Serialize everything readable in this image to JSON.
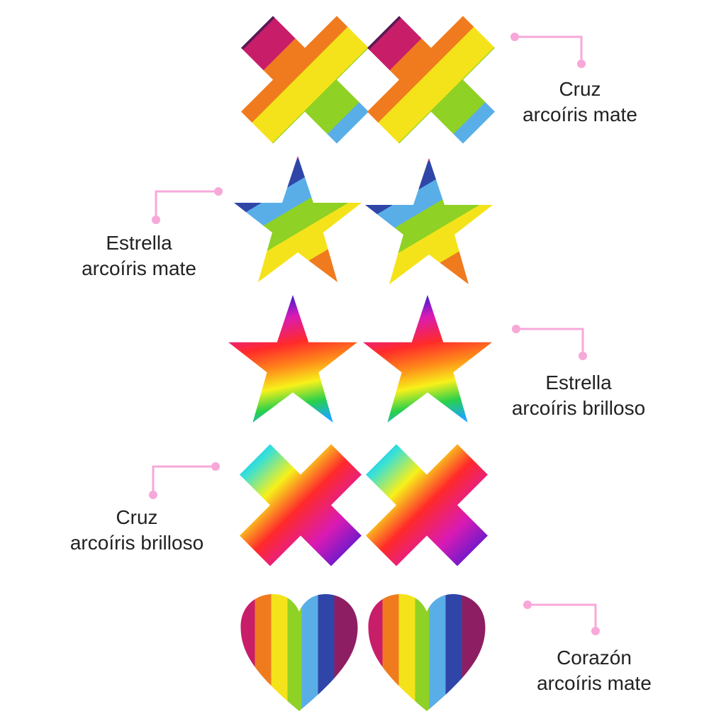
{
  "colors": {
    "leader": "#f7a8d8",
    "matte": [
      "#8e1e63",
      "#d92a72",
      "#f07b1e",
      "#f4e31a",
      "#8fd124",
      "#5aaee8",
      "#2f46a8"
    ],
    "glossy": [
      "#1aa6ff",
      "#36e0d8",
      "#f7f11a",
      "#ff2a2a",
      "#d91ab4",
      "#2b1ad9"
    ]
  },
  "rows": [
    {
      "id": "cross-matte",
      "shape_icon": "cross-icon",
      "finish": "matte",
      "label_line1": "Cruz",
      "label_line2": "arcoíris mate"
    },
    {
      "id": "star-matte",
      "shape_icon": "star-icon",
      "finish": "matte",
      "label_line1": "Estrella",
      "label_line2": "arcoíris mate"
    },
    {
      "id": "star-glossy",
      "shape_icon": "star-icon",
      "finish": "glossy",
      "label_line1": "Estrella",
      "label_line2": "arcoíris brilloso"
    },
    {
      "id": "cross-glossy",
      "shape_icon": "cross-icon",
      "finish": "glossy",
      "label_line1": "Cruz",
      "label_line2": "arcoíris brilloso"
    },
    {
      "id": "heart-matte",
      "shape_icon": "heart-icon",
      "finish": "matte",
      "label_line1": "Corazón",
      "label_line2": "arcoíris mate"
    }
  ]
}
